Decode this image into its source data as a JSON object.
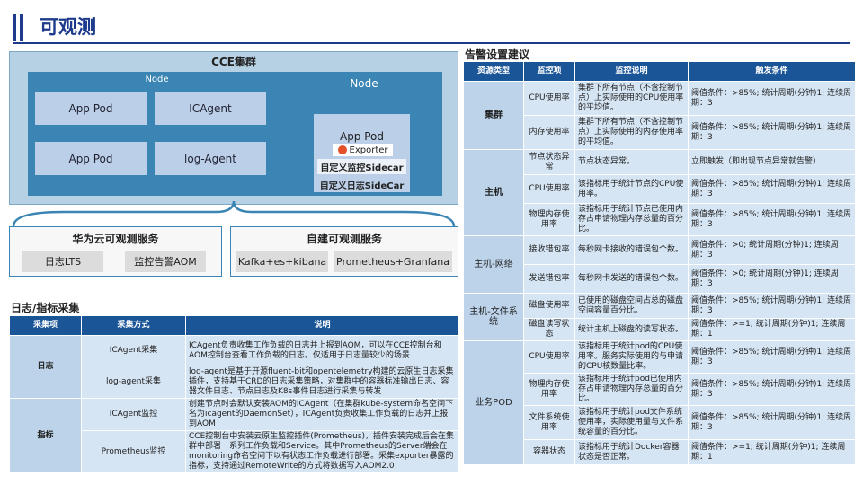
{
  "page_title": "可观测",
  "cce": {
    "title": "CCE集群",
    "node1": {
      "label": "Node",
      "pods": [
        "App Pod",
        "ICAgent",
        "App Pod",
        "log-Agent"
      ]
    },
    "node2": {
      "label": "Node",
      "app_pod": "App Pod",
      "exporter": "Exporter",
      "sidecar_monitor": "自定义监控Sidecar",
      "sidecar_log": "自定义日志SideCar"
    }
  },
  "services": {
    "huawei": {
      "title": "华为云可观测服务",
      "items": [
        "日志LTS",
        "监控告警AOM"
      ]
    },
    "custom": {
      "title": "自建可观测服务",
      "items": [
        "Kafka+es+kibana",
        "Prometheus+Granfana"
      ]
    }
  },
  "collection": {
    "title": "日志/指标采集",
    "headers": [
      "采集项",
      "采集方式",
      "说明"
    ],
    "groups": [
      {
        "item": "日志",
        "rows": [
          {
            "method": "ICAgent采集",
            "desc": "ICAgent负责收集工作负载的日志并上报到AOM，可以在CCE控制台和AOM控制台查看工作负载的日志。仅适用于日志量较少的场景"
          },
          {
            "method": "log-agent采集",
            "desc": "log-agent是基于开源fluent-bit和opentelemetry构建的云原生日志采集插件，支持基于CRD的日志采集策略，对集群中的容器标准输出日志、容器文件日志、节点日志及K8s事件日志进行采集与转发"
          }
        ]
      },
      {
        "item": "指标",
        "rows": [
          {
            "method": "ICAgent监控",
            "desc": "创建节点时会默认安装AOM的ICAgent（在集群kube-system命名空间下名为icagent的DaemonSet），ICAgent负责收集工作负载的日志并上报到AOM"
          },
          {
            "method": "Prometheus监控",
            "desc": "CCE控制台中安装云原生监控插件(Prometheus)，插件安装完成后会在集群中部署一系列工作负载和Service。其中Prometheus的Server端会在monitoring命名空间下以有状态工作负载进行部署。采集exporter暴露的指标，支持通过RemoteWrite的方式将数据写入AOM2.0"
          }
        ]
      }
    ]
  },
  "alarm": {
    "title": "告警设置建议",
    "headers": [
      "资源类型",
      "监控项",
      "监控说明",
      "触发条件"
    ],
    "groups": [
      {
        "type": "集群",
        "rows": [
          {
            "item": "CPU使用率",
            "desc": "集群下所有节点（不含控制节点）上实际使用的CPU使用率的平均值。",
            "cond": "阈值条件：>85%; 统计周期(分钟)1; 连续周期：3"
          },
          {
            "item": "内存使用率",
            "desc": "集群下所有节点（不含控制节点）上实际使用的内存使用率的平均值。",
            "cond": "阈值条件：>85%; 统计周期(分钟)1; 连续周期：3"
          }
        ]
      },
      {
        "type": "主机",
        "rows": [
          {
            "item": "节点状态异常",
            "desc": "节点状态异常。",
            "cond": "立即触发（即出现节点异常就告警）"
          },
          {
            "item": "CPU使用率",
            "desc": "该指标用于统计节点的CPU使用率。",
            "cond": "阈值条件：>85%; 统计周期(分钟)1; 连续周期：3"
          },
          {
            "item": "物理内存使用率",
            "desc": "该指标用于统计节点已使用内存占申请物理内存总量的百分比。",
            "cond": "阈值条件：>85%; 统计周期(分钟)1; 连续周期：3"
          }
        ]
      },
      {
        "type": "主机-网络",
        "rows": [
          {
            "item": "接收错包率",
            "desc": "每秒网卡接收的错误包个数。",
            "cond": "阈值条件：>0; 统计周期(分钟)1; 连续周期：3"
          },
          {
            "item": "发送错包率",
            "desc": "每秒网卡发送的错误包个数。",
            "cond": "阈值条件：>0; 统计周期(分钟)1; 连续周期：3"
          }
        ]
      },
      {
        "type": "主机-文件系统",
        "rows": [
          {
            "item": "磁盘使用率",
            "desc": "已使用的磁盘空间占总的磁盘空间容量百分比。",
            "cond": "阈值条件：>85%; 统计周期(分钟)1; 连续周期：3"
          },
          {
            "item": "磁盘读写状态",
            "desc": "统计主机上磁盘的读写状态。",
            "cond": "阈值条件：>=1; 统计周期(分钟)1; 连续周期：1"
          }
        ]
      },
      {
        "type": "业务POD",
        "rows": [
          {
            "item": "CPU使用率",
            "desc": "该指标用于统计pod的CPU使用率。服务实际使用的与申请的CPU核数量比率。",
            "cond": "阈值条件：>85%; 统计周期(分钟)1; 连续周期：3"
          },
          {
            "item": "物理内存使用率",
            "desc": "该指标用于统计pod已使用内存占申请物理内存总量的百分比。",
            "cond": "阈值条件：>85%; 统计周期(分钟)1; 连续周期：3"
          },
          {
            "item": "文件系统使用率",
            "desc": "该指标用于统计pod文件系统使用率，实际使用量与文件系统容量的百分比。",
            "cond": "阈值条件：>85%; 统计周期(分钟)1; 连续周期：3"
          },
          {
            "item": "容器状态",
            "desc": "该指标用于统计Docker容器状态是否正常。",
            "cond": "阈值条件：>=1; 统计周期(分钟)1; 连续周期：1"
          }
        ]
      }
    ]
  }
}
